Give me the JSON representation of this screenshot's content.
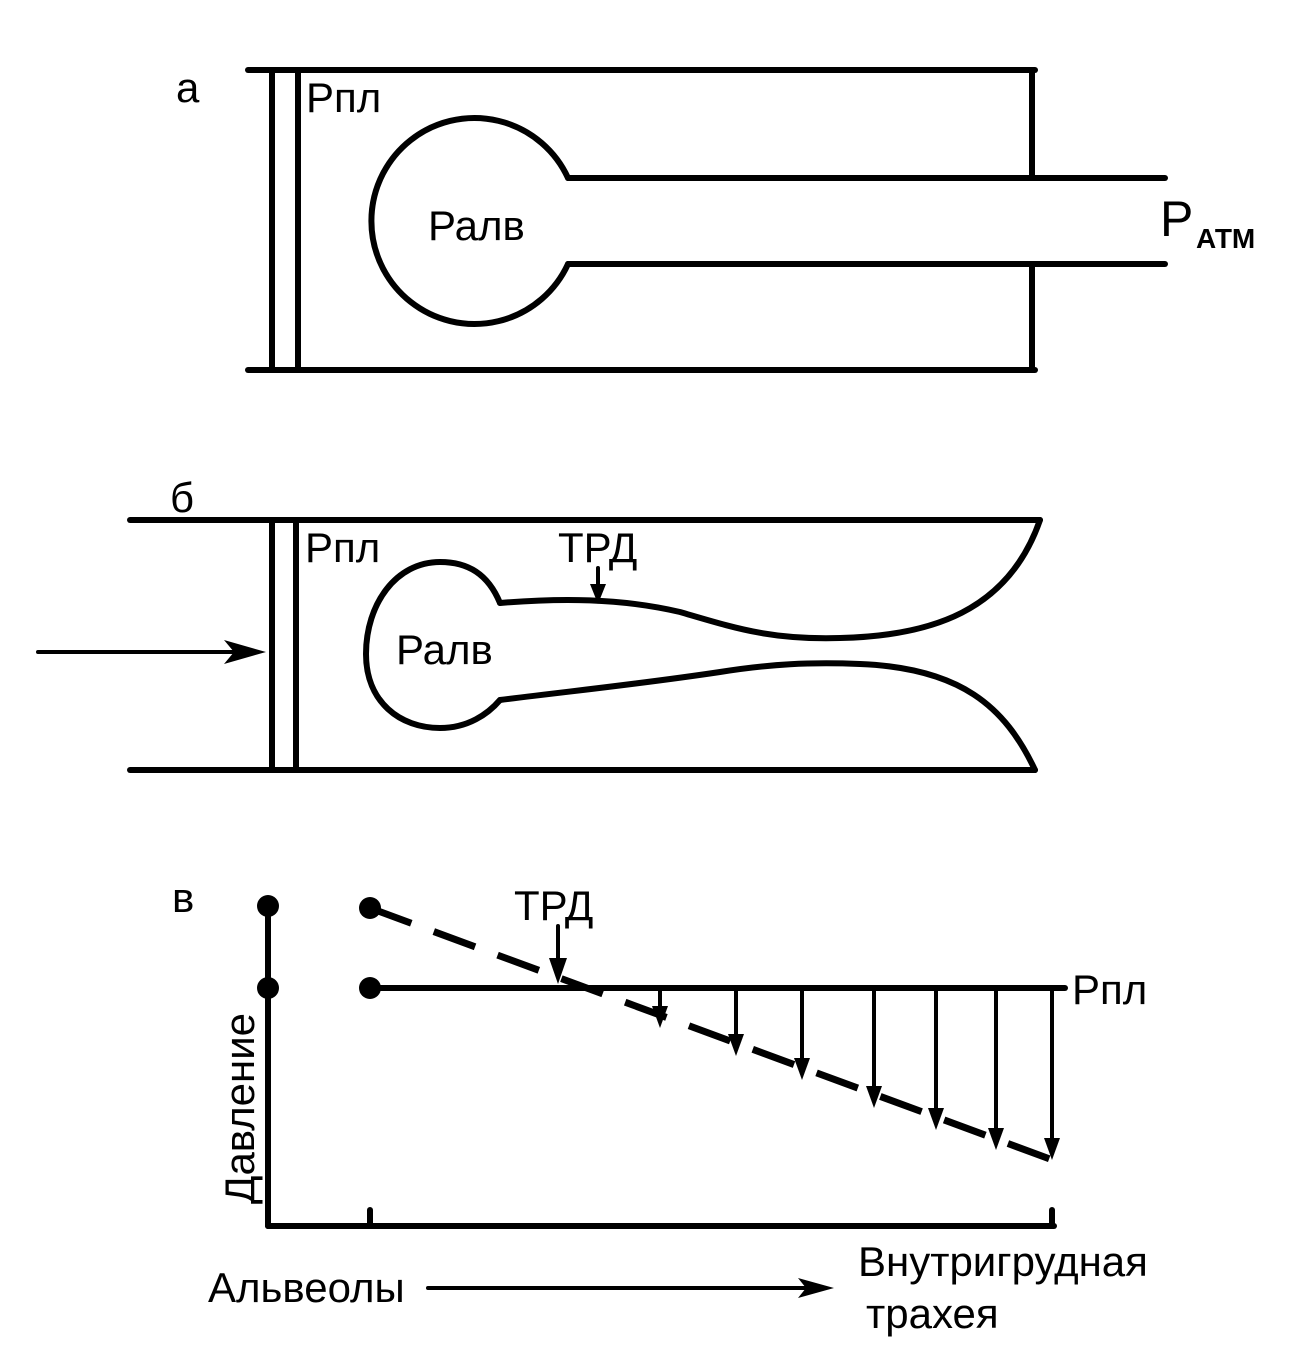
{
  "colors": {
    "ink": "#000000",
    "paper": "#ffffff"
  },
  "panel_a": {
    "letter": "а",
    "pleural_label": "Рпл",
    "alveolar_label": "Ралв",
    "atm_label_main": "Р",
    "atm_label_sub": "АТМ"
  },
  "panel_b": {
    "letter": "б",
    "pleural_label": "Рпл",
    "alveolar_label": "Ралв",
    "equal_pressure_point_label": "ТРД"
  },
  "panel_c": {
    "letter": "в",
    "equal_pressure_point_label": "ТРД",
    "pleural_label": "Рпл",
    "y_axis_label": "Давление",
    "x_start_label": "Альвеолы",
    "x_end_label_line1": "Внутригрудная",
    "x_end_label_line2": "трахея"
  }
}
